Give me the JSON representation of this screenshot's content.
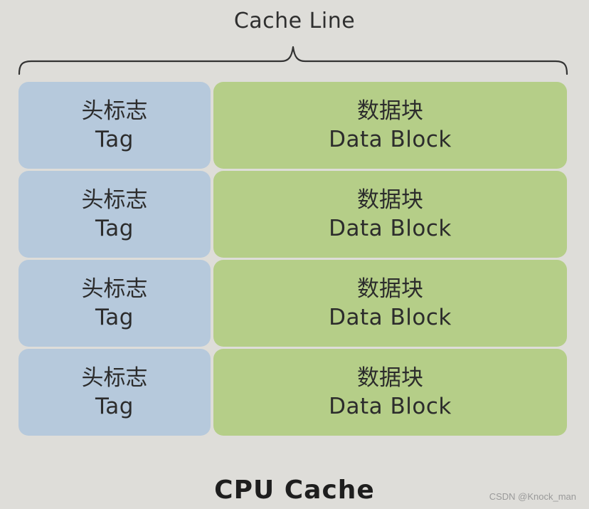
{
  "header": {
    "label": "Cache Line"
  },
  "rows": [
    {
      "tag_zh": "头标志",
      "tag_en": "Tag",
      "data_zh": "数据块",
      "data_en": "Data Block"
    },
    {
      "tag_zh": "头标志",
      "tag_en": "Tag",
      "data_zh": "数据块",
      "data_en": "Data Block"
    },
    {
      "tag_zh": "头标志",
      "tag_en": "Tag",
      "data_zh": "数据块",
      "data_en": "Data Block"
    },
    {
      "tag_zh": "头标志",
      "tag_en": "Tag",
      "data_zh": "数据块",
      "data_en": "Data Block"
    }
  ],
  "footer": {
    "label": "CPU Cache"
  },
  "watermark": "CSDN @Knock_man",
  "colors": {
    "background": "#deddd9",
    "tag": "#b6c9dc",
    "data": "#b5ce88",
    "text": "#2c2c2c"
  }
}
